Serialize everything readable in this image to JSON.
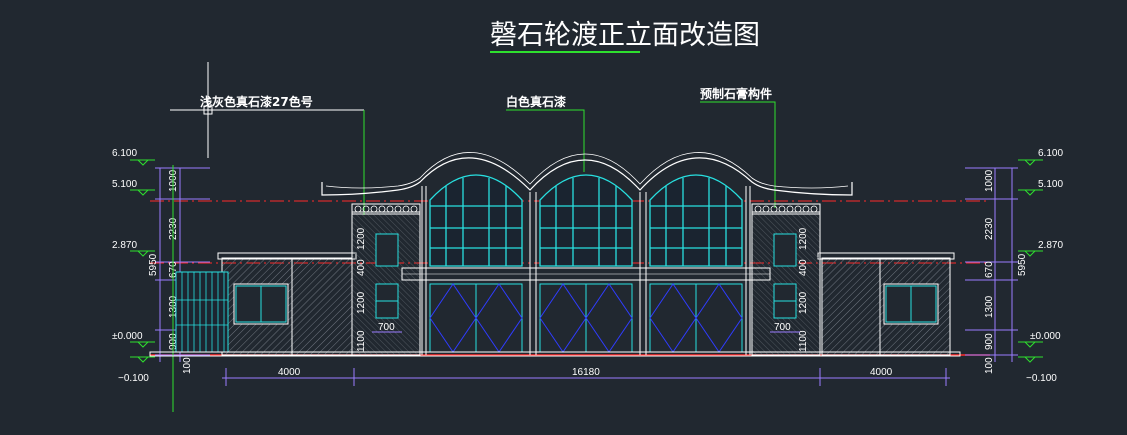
{
  "title": "磬石轮渡正立面改造图",
  "callouts": {
    "left": "浅灰色真石漆27色号",
    "center": "白色真石漆",
    "right": "预制石膏构件"
  },
  "levels_left": [
    "6.100",
    "5.100",
    "2.870",
    "±0.000",
    "−0.100"
  ],
  "levels_right": [
    "6.100",
    "5.100",
    "2.870",
    "±0.000",
    "−0.100"
  ],
  "dims_left_vertical": [
    "1000",
    "2230",
    "670",
    "1300",
    "900",
    "5950",
    "100"
  ],
  "dims_right_vertical": [
    "1000",
    "2230",
    "670",
    "1300",
    "900",
    "5950",
    "100"
  ],
  "dims_inner_left": [
    "1200",
    "400",
    "1200",
    "1100"
  ],
  "dims_inner_right": [
    "1200",
    "400",
    "1200",
    "1100"
  ],
  "dims_window": [
    "700",
    "700"
  ],
  "dims_horizontal": [
    "4000",
    "16180",
    "4000"
  ],
  "colors": {
    "background": "#212830",
    "line_white": "#ffffff",
    "line_cyan": "#28e0e0",
    "line_red": "#ff2a2a",
    "line_green": "#2ee02e",
    "line_blue": "#2f3cff",
    "line_purple": "#9a7cff"
  }
}
